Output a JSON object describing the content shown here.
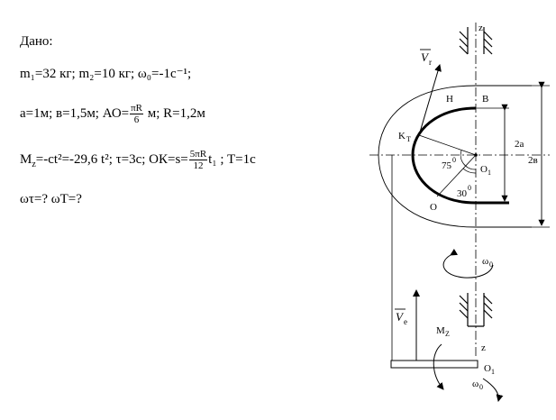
{
  "given": {
    "title": "Дано:",
    "line1": "m₁=32 кг; m₂=10 кг; ω₀=-1с⁻¹;",
    "line2_a": "а=1м; в=1,5м;  АО=",
    "frac_num": "πR",
    "frac_den": "6",
    "line2_b": " м; R=1,2м",
    "line3_a": "M",
    "line3_sub": "z",
    "line3_b": "=-ct²=-29,6 t²; τ=3c; ОК=s=",
    "frac2_num": "5πR",
    "frac2_den": "12",
    "line3_c": "t₁ ; T=1c",
    "line4": "ωτ=?  ωT=?"
  },
  "diagram": {
    "label_z_top": "z",
    "label_z_bottom": "z",
    "label_vr": "V",
    "label_vr_sub": "r",
    "label_ve": "V",
    "label_ve_sub": "e",
    "label_H": "H",
    "label_B": "B",
    "label_KT": "K",
    "label_KT_sub": "T",
    "label_O": "O",
    "label_O1_center": "O",
    "label_O1_center_sub": "1",
    "label_O1_axis": "O",
    "label_O1_axis_sub": "1",
    "label_2a": "2a",
    "label_2b": "2в",
    "label_75": "75",
    "label_75_sup": "0",
    "label_30": "30",
    "label_30_sup": "0",
    "label_omega_mid": "ω",
    "label_omega_mid_sub": "0",
    "label_omega_bottom": "ω",
    "label_omega_bottom_sub": "0",
    "label_Mz": "M",
    "label_Mz_sub": "Z"
  }
}
